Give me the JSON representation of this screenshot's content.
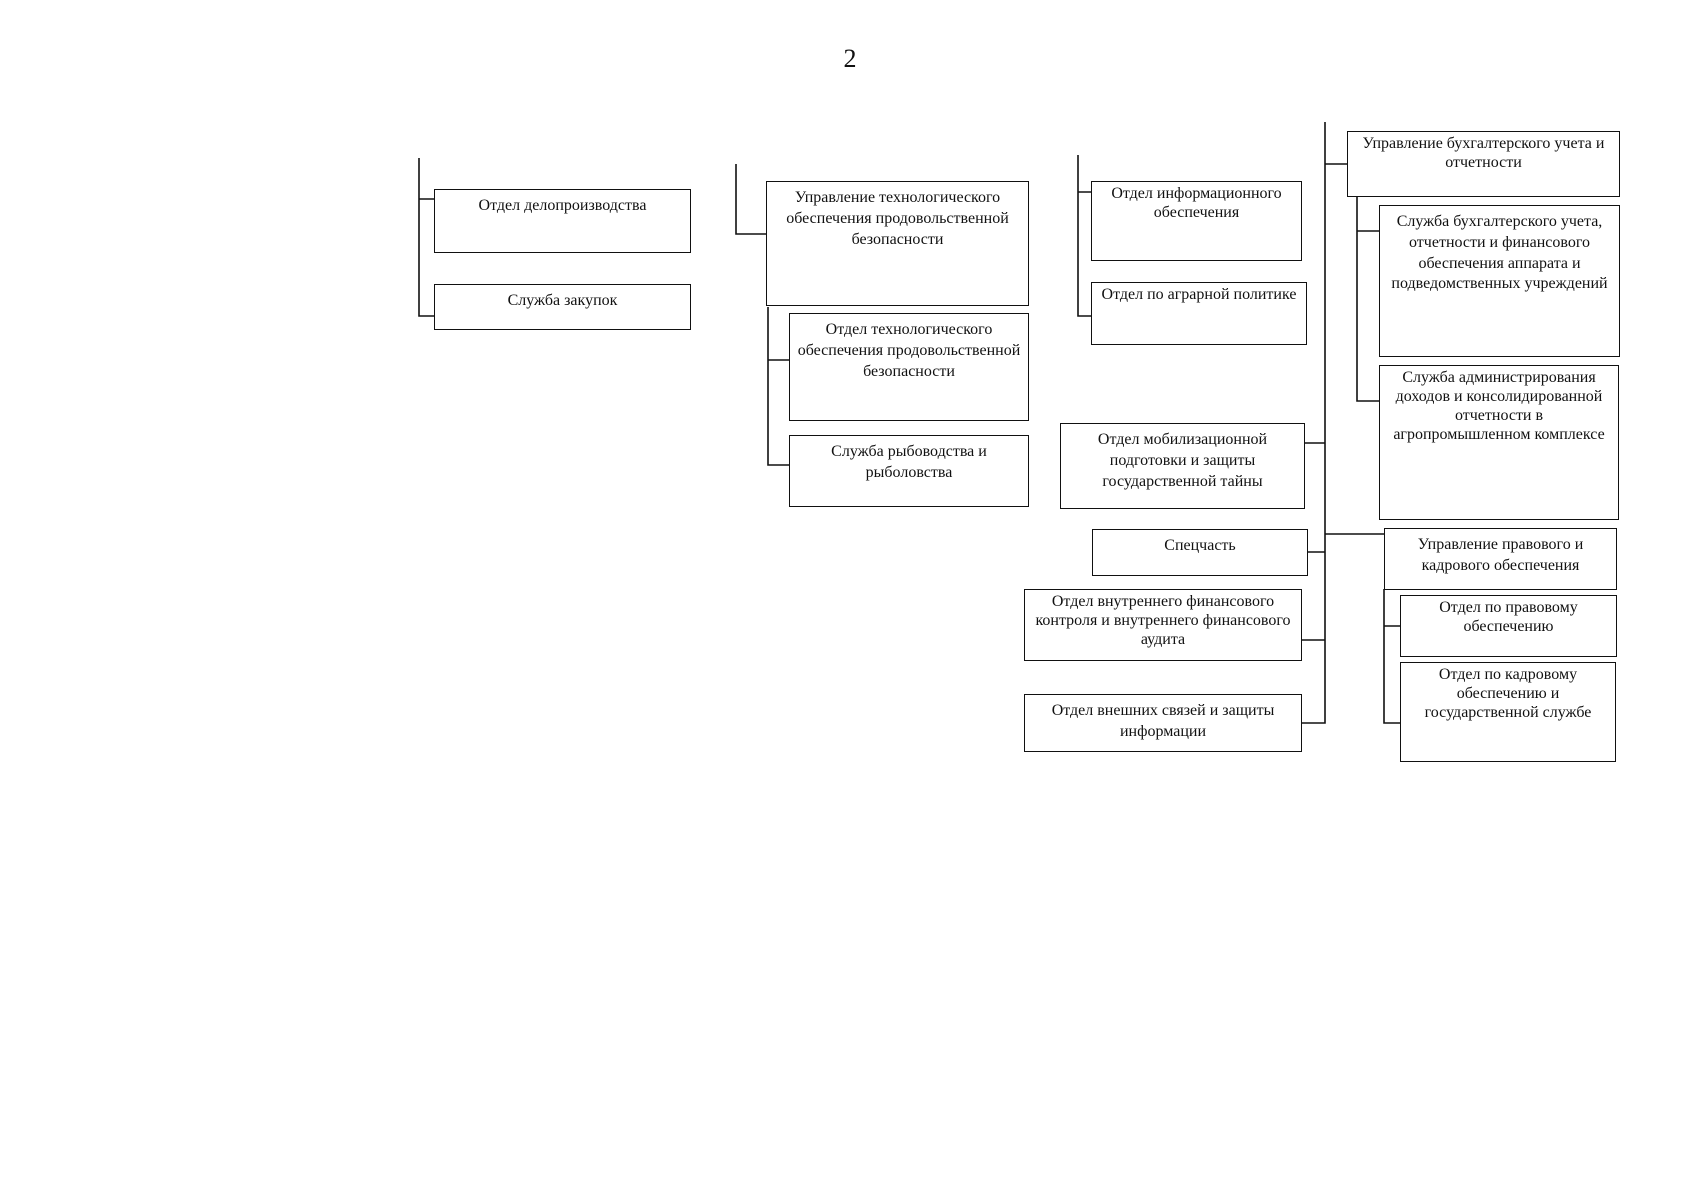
{
  "page_number": "2",
  "nodes": {
    "records_dept": "Отдел делопроизводства",
    "procurement_service": "Служба закупок",
    "tech_food_security_directorate": "Управление технологического обеспечения продовольственной безопасности",
    "tech_food_security_dept": "Отдел технологического обеспечения продовольственной безопасности",
    "fish_service": "Служба рыбоводства и рыболовства",
    "info_support_dept": "Отдел информационного обеспечения",
    "agrarian_policy_dept": "Отдел по аграрной политике",
    "mobilization_dept": "Отдел мобилизационной подготовки и защиты государственной тайны",
    "special_unit": "Спецчасть",
    "internal_audit_dept": "Отдел внутреннего финансового контроля и внутреннего финансового аудита",
    "external_relations_dept": "Отдел внешних связей и защиты информации",
    "accounting_directorate": "Управление бухгалтерского учета и отчетности",
    "accounting_service": "Служба бухгалтерского учета, отчетности и финансового обеспечения аппарата и подведомственных учреждений",
    "revenue_admin_service": "Служба администрирования доходов и консолидированной отчетности в агропромышленном комплексе",
    "legal_hr_directorate": "Управление правового и кадрового обеспечения",
    "legal_dept": "Отдел по правовому обеспечению",
    "hr_dept": "Отдел по кадровому обеспечению и государственной службе"
  }
}
